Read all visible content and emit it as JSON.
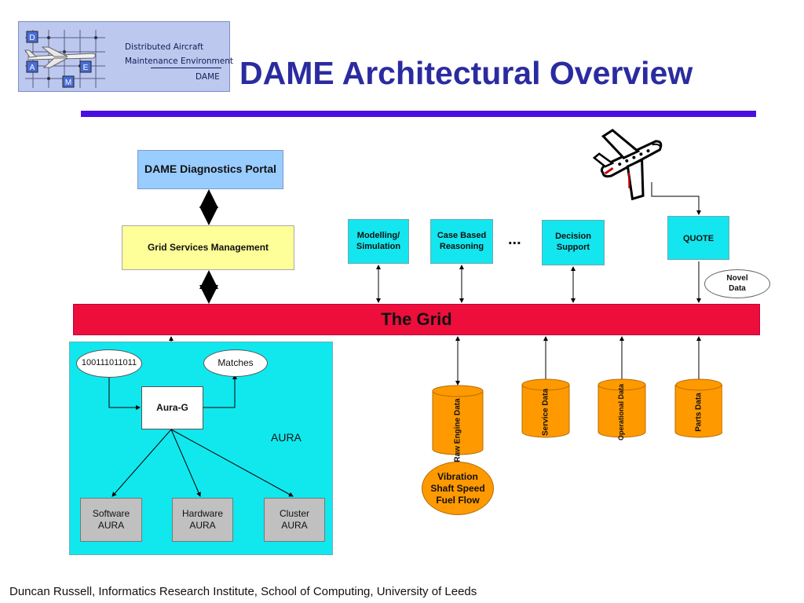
{
  "logo": {
    "letters": [
      "D",
      "A",
      "E",
      "M"
    ],
    "line1": "Distributed Aircraft",
    "line2": "Maintenance Environment",
    "line3": "DAME"
  },
  "title": "DAME Architectural Overview",
  "boxes": {
    "portal": "DAME Diagnostics Portal",
    "gsm": "Grid Services Management",
    "modelling": "Modelling/ Simulation",
    "cbr": "Case Based Reasoning",
    "ellipsis": "...",
    "decision": "Decision Support",
    "quote": "QUOTE",
    "novel": "Novel Data",
    "grid": "The Grid"
  },
  "aura": {
    "binary": "100111011011",
    "matches": "Matches",
    "aura_g": "Aura-G",
    "label": "AURA",
    "software": "Software AURA",
    "hardware": "Hardware AURA",
    "cluster": "Cluster AURA"
  },
  "data_stores": {
    "raw": "Raw Engine Data",
    "service": "Service Data",
    "operational": "Operational Data",
    "parts": "Parts Data",
    "vibration": [
      "Vibration",
      "Shaft Speed",
      "Fuel Flow"
    ]
  },
  "footer": "Duncan Russell, Informatics Research Institute, School of Computing, University of Leeds",
  "colors": {
    "title": "#2b2ba0",
    "rule": "#4a0ee3",
    "grid_bar": "#ed0e3b",
    "cyan": "#13e6ee",
    "yellow": "#ffff99",
    "portal_blue": "#99ccff",
    "orange": "#ff9900",
    "grey": "#c0c0c0"
  },
  "icons": [
    "airplane-icon",
    "aircraft-logo-icon"
  ]
}
